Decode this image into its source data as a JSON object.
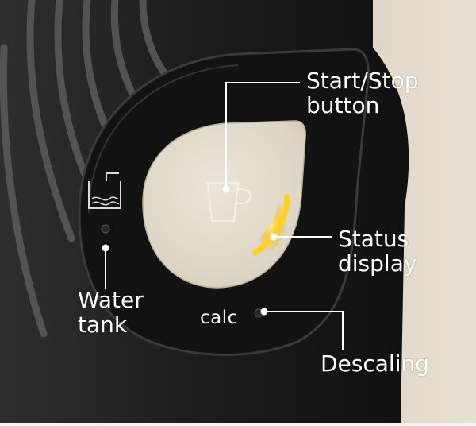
{
  "image_title": "",
  "colors": {
    "body_dark": "#1a1a1a",
    "panel_black": "#141414",
    "button_cream": "#e3dccd",
    "status_amber": "#ffc21a",
    "housing_beige": "#cbbfad",
    "label_white": "#ffffff"
  },
  "panel": {
    "calc_label": "calc",
    "water_tank_icon": "water-tank-icon",
    "cup_icon": "cup-icon"
  },
  "callouts": {
    "start_stop": {
      "line1": "Start/Stop",
      "line2": "button"
    },
    "status": {
      "line1": "Status",
      "line2": "display"
    },
    "water_tank": {
      "line1": "Water",
      "line2": "tank"
    },
    "descaling": {
      "line1": "Descaling"
    }
  }
}
